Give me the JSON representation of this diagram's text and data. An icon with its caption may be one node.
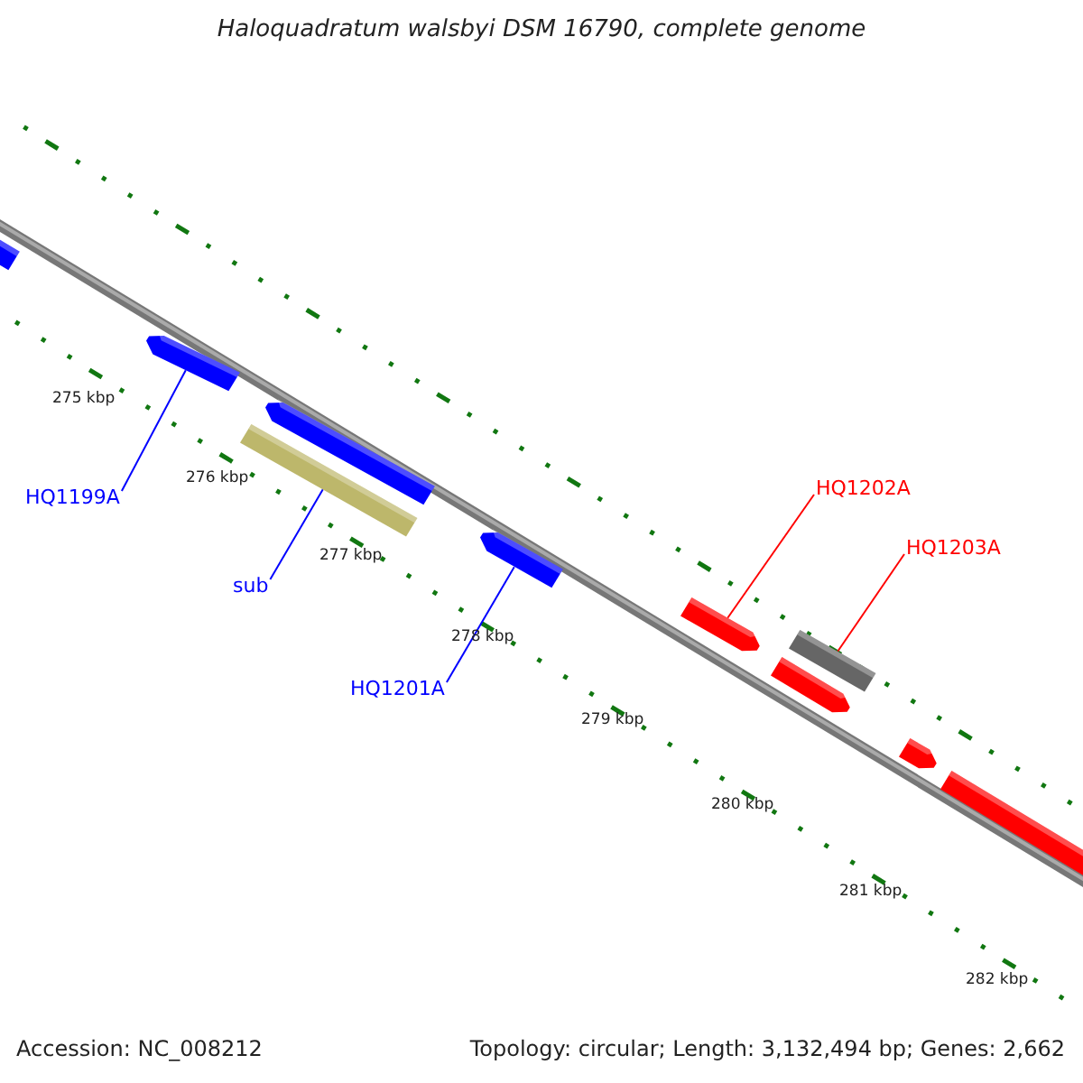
{
  "diagram": {
    "title": "Haloquadratum walsbyi DSM 16790, complete genome",
    "nodes": [
      {
        "text": [],
        "shape": "bar"
      },
      {
        "text": [],
        "shape": "bar"
      },
      {
        "text": [],
        "shape": "bar"
      },
      {
        "text": [],
        "shape": "bar"
      },
      {
        "text": [],
        "shape": "bar"
      },
      {
        "text": [],
        "shape": "bar"
      },
      {
        "text": [],
        "shape": "bar"
      },
      {
        "text": [],
        "shape": "bar"
      },
      {
        "text": [],
        "shape": "bar"
      },
      {
        "text": [],
        "shape": "bar"
      },
      {
        "text": [
          "HQ1199A"
        ]
      },
      {
        "text": [
          "sub"
        ]
      },
      {
        "text": [
          "HQ1201A"
        ]
      },
      {
        "text": [
          "HQ1202A"
        ]
      },
      {
        "text": [
          "HQ1203A"
        ]
      }
    ],
    "edges": [
      {
        "from": 10,
        "to": 1,
        "arrow": "none"
      },
      {
        "from": 11,
        "to": 3,
        "arrow": "none"
      },
      {
        "from": 12,
        "to": 4,
        "arrow": "none"
      },
      {
        "from": 13,
        "to": 5,
        "arrow": "none",
        "color": "#ff0000"
      },
      {
        "from": 14,
        "to": 6,
        "arrow": "none",
        "color": "#ff0000"
      }
    ],
    "labels": [
      "275 kbp",
      "276 kbp",
      "277 kbp",
      "278 kbp",
      "279 kbp",
      "280 kbp",
      "281 kbp",
      "282 kbp",
      "Accession: NC_008212",
      "Topology: circular; Length: 3,132,494 bp; Genes: 2,662"
    ]
  }
}
